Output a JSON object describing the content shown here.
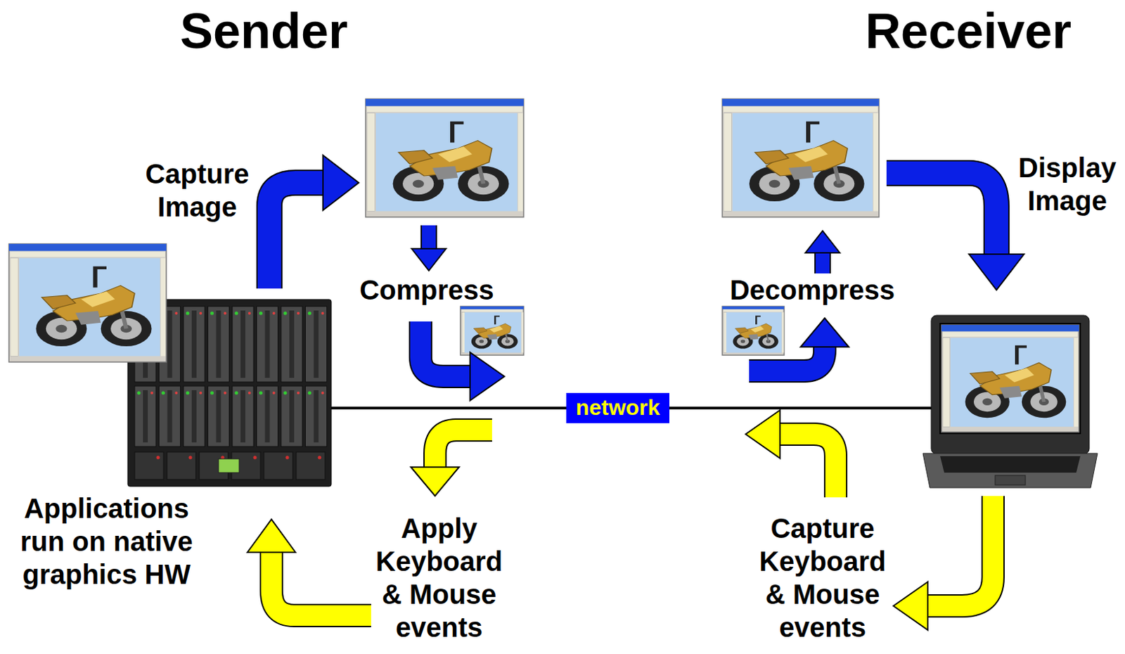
{
  "diagram": {
    "nodes": [
      {
        "text": [
          "network"
        ]
      }
    ],
    "labels": [
      "Sender",
      "Receiver",
      "Capture Image",
      "Compress",
      "Decompress",
      "Display Image",
      "Applications run on native graphics HW",
      "Apply Keyboard & Mouse events",
      "Capture Keyboard & Mouse events"
    ]
  }
}
